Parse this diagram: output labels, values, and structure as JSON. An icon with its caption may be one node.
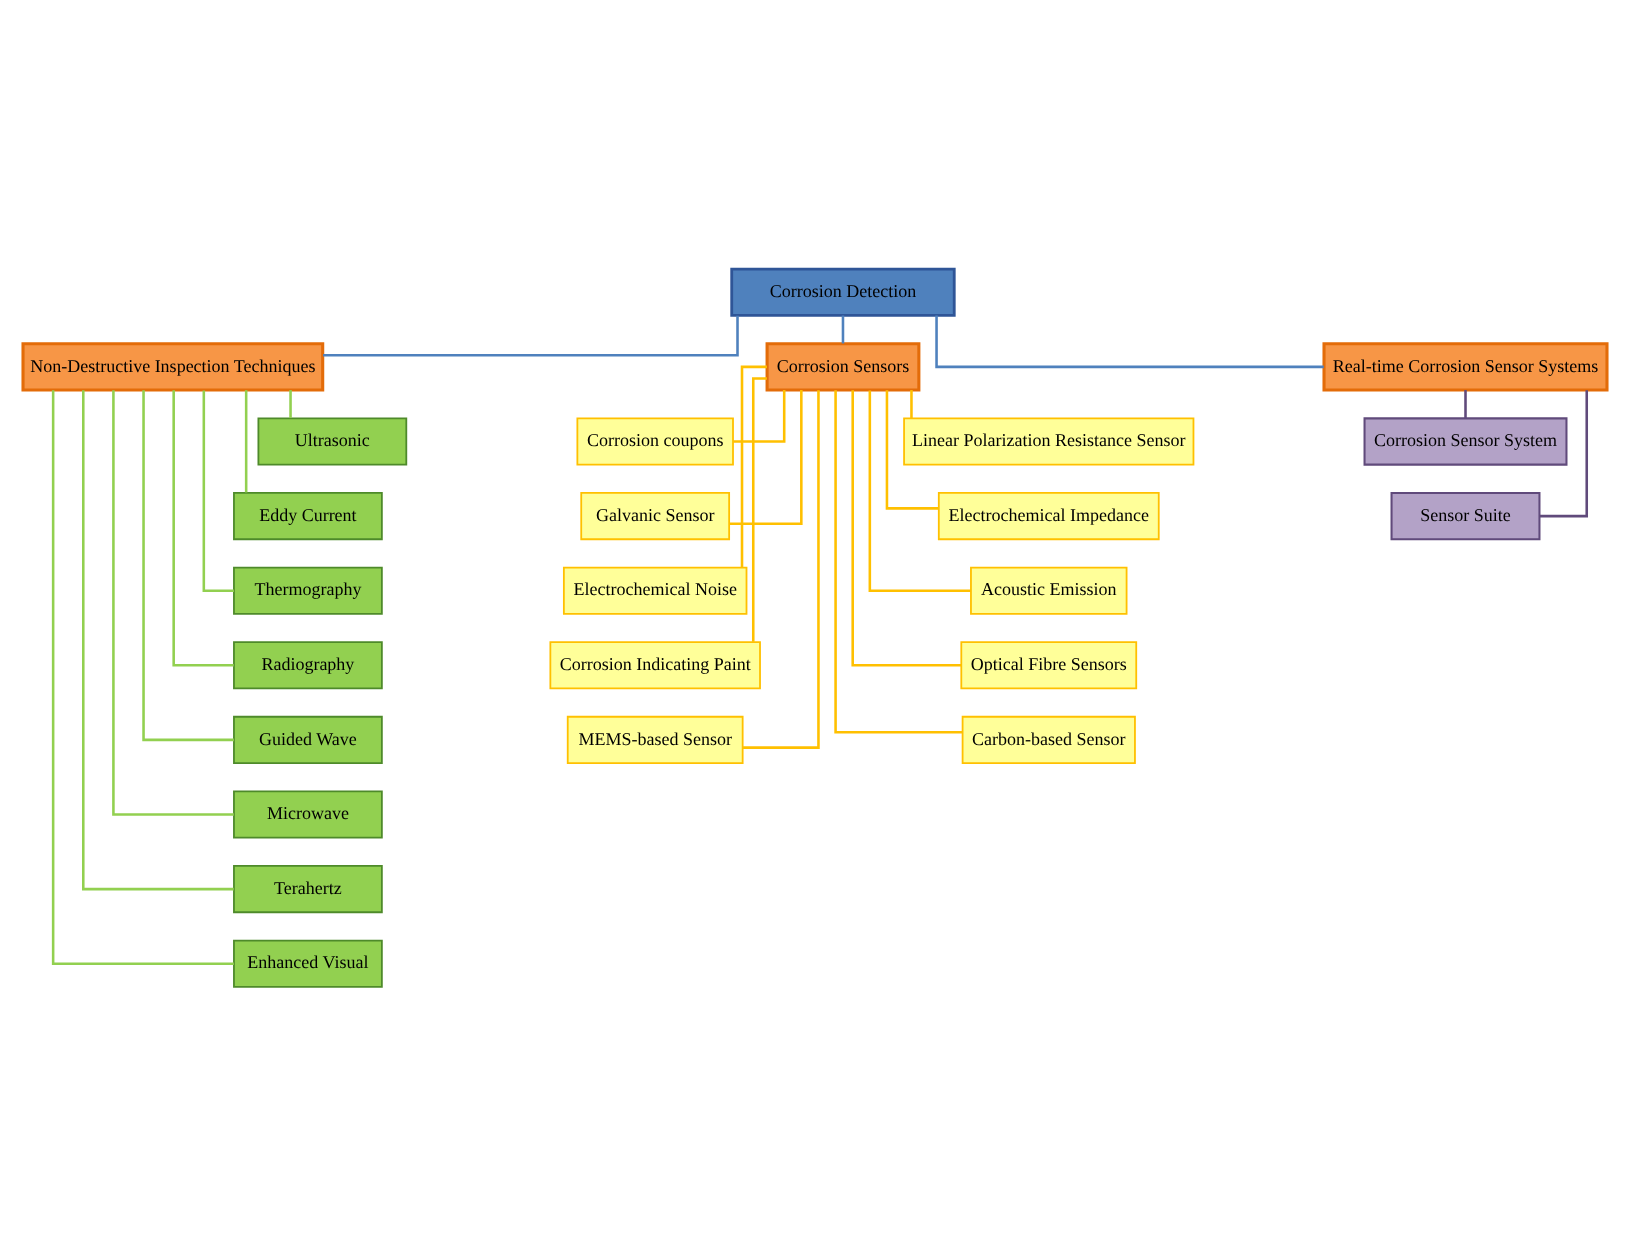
{
  "diagram": {
    "nodes": [
      {
        "text": [
          "Corrosion Detection"
        ]
      },
      {
        "text": [
          "Non-Destructive Inspection Techniques"
        ]
      },
      {
        "text": [
          "Corrosion Sensors"
        ]
      },
      {
        "text": [
          "Real-time Corrosion Sensor Systems"
        ]
      },
      {
        "text": [
          "Ultrasonic"
        ]
      },
      {
        "text": [
          "Eddy Current"
        ]
      },
      {
        "text": [
          "Thermography"
        ]
      },
      {
        "text": [
          "Radiography"
        ]
      },
      {
        "text": [
          "Guided Wave"
        ]
      },
      {
        "text": [
          "Microwave"
        ]
      },
      {
        "text": [
          "Terahertz"
        ]
      },
      {
        "text": [
          "Enhanced Visual"
        ]
      },
      {
        "text": [
          "Corrosion coupons"
        ]
      },
      {
        "text": [
          "Linear Polarization Resistance Sensor"
        ]
      },
      {
        "text": [
          "Galvanic Sensor"
        ]
      },
      {
        "text": [
          "Electrochemical Noise"
        ]
      },
      {
        "text": [
          "Electrochemical Impedance"
        ]
      },
      {
        "text": [
          "Acoustic Emission"
        ]
      },
      {
        "text": [
          "Corrosion Indicating Paint"
        ]
      },
      {
        "text": [
          "Optical Fibre Sensors"
        ]
      },
      {
        "text": [
          "MEMS-based Sensor"
        ]
      },
      {
        "text": [
          "Carbon-based Sensor"
        ]
      },
      {
        "text": [
          "Corrosion Sensor System"
        ]
      },
      {
        "text": [
          "Sensor Suite"
        ]
      }
    ],
    "edges": [
      {
        "from": 0,
        "to": 1,
        "arrow": "none",
        "color": "#4f81bd"
      },
      {
        "from": 0,
        "to": 2,
        "arrow": "none",
        "color": "#4f81bd"
      },
      {
        "from": 0,
        "to": 3,
        "arrow": "none",
        "color": "#4f81bd"
      },
      {
        "from": 1,
        "to": 4,
        "arrow": "none",
        "color": "#92d050"
      },
      {
        "from": 1,
        "to": 5,
        "arrow": "none",
        "color": "#92d050"
      },
      {
        "from": 1,
        "to": 6,
        "arrow": "none",
        "color": "#92d050"
      },
      {
        "from": 1,
        "to": 7,
        "arrow": "none",
        "color": "#92d050"
      },
      {
        "from": 1,
        "to": 8,
        "arrow": "none",
        "color": "#92d050"
      },
      {
        "from": 1,
        "to": 9,
        "arrow": "none",
        "color": "#92d050"
      },
      {
        "from": 1,
        "to": 10,
        "arrow": "none",
        "color": "#92d050"
      },
      {
        "from": 1,
        "to": 11,
        "arrow": "none",
        "color": "#92d050"
      },
      {
        "from": 2,
        "to": 12,
        "arrow": "none",
        "color": "#ffc000"
      },
      {
        "from": 2,
        "to": 13,
        "arrow": "none",
        "color": "#ffc000"
      },
      {
        "from": 2,
        "to": 14,
        "arrow": "none",
        "color": "#ffc000"
      },
      {
        "from": 2,
        "to": 15,
        "arrow": "none",
        "color": "#ffc000"
      },
      {
        "from": 2,
        "to": 16,
        "arrow": "none",
        "color": "#ffc000"
      },
      {
        "from": 2,
        "to": 17,
        "arrow": "none",
        "color": "#ffc000"
      },
      {
        "from": 2,
        "to": 18,
        "arrow": "none",
        "color": "#ffc000"
      },
      {
        "from": 2,
        "to": 19,
        "arrow": "none",
        "color": "#ffc000"
      },
      {
        "from": 2,
        "to": 20,
        "arrow": "none",
        "color": "#ffc000"
      },
      {
        "from": 2,
        "to": 21,
        "arrow": "none",
        "color": "#ffc000"
      },
      {
        "from": 3,
        "to": 22,
        "arrow": "none",
        "color": "#604a7b"
      },
      {
        "from": 3,
        "to": 23,
        "arrow": "none",
        "color": "#604a7b"
      }
    ]
  }
}
